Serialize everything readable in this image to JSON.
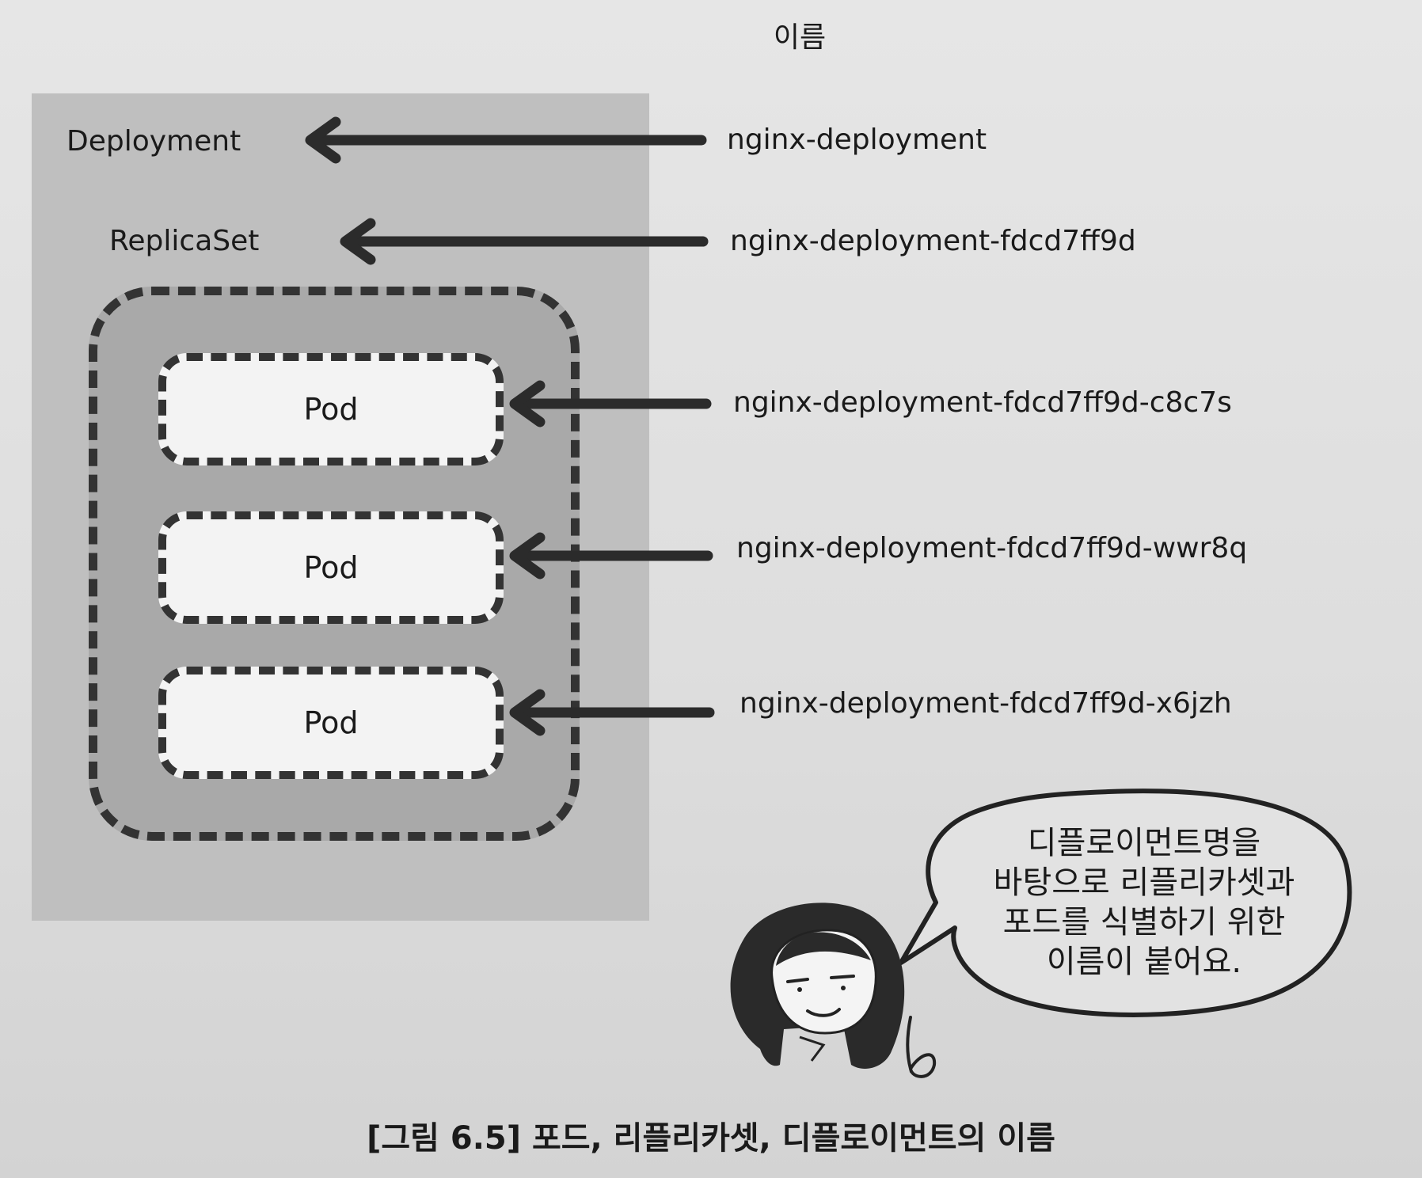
{
  "header": {
    "title": "이름"
  },
  "boxes": {
    "deployment_label": "Deployment",
    "replicaset_label": "ReplicaSet",
    "pods": [
      {
        "label": "Pod"
      },
      {
        "label": "Pod"
      },
      {
        "label": "Pod"
      }
    ]
  },
  "names": {
    "deployment": "nginx-deployment",
    "replicaset": "nginx-deployment-fdcd7ff9d",
    "pods": [
      "nginx-deployment-fdcd7ff9d-c8c7s",
      "nginx-deployment-fdcd7ff9d-wwr8q",
      "nginx-deployment-fdcd7ff9d-x6jzh"
    ]
  },
  "bubble": {
    "lines": [
      "디플로이먼트명을",
      "바탕으로 리플리카셋과",
      "포드를 식별하기 위한",
      "이름이 붙어요."
    ]
  },
  "caption": "[그림 6.5] 포드, 리플리카셋, 디플로이먼트의 이름",
  "colors": {
    "deployment_fill": "#bfbfbf",
    "replicaset_fill": "#a9a9a9",
    "pod_fill": "#f3f3f3",
    "stroke": "#333333"
  }
}
